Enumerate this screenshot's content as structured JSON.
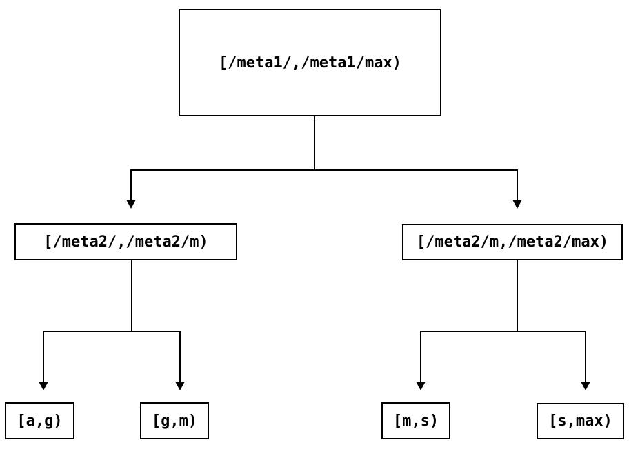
{
  "canvas": {
    "background_color": "#ffffff",
    "line_color": "#000000",
    "text_color": "#000000"
  },
  "nodes": {
    "root": {
      "label": "[/meta1/,/meta1/max)"
    },
    "left_child": {
      "label": "[/meta2/,/meta2/m)"
    },
    "right_child": {
      "label": "[/meta2/m,/meta2/max)"
    },
    "leaf_ag": {
      "label": "[a,g)"
    },
    "leaf_gm": {
      "label": "[g,m)"
    },
    "leaf_ms": {
      "label": "[m,s)"
    },
    "leaf_smax": {
      "label": "[s,max)"
    }
  },
  "edges": [
    {
      "from": "root",
      "to": "left_child"
    },
    {
      "from": "root",
      "to": "right_child"
    },
    {
      "from": "left_child",
      "to": "leaf_ag"
    },
    {
      "from": "left_child",
      "to": "leaf_gm"
    },
    {
      "from": "right_child",
      "to": "leaf_ms"
    },
    {
      "from": "right_child",
      "to": "leaf_smax"
    }
  ]
}
